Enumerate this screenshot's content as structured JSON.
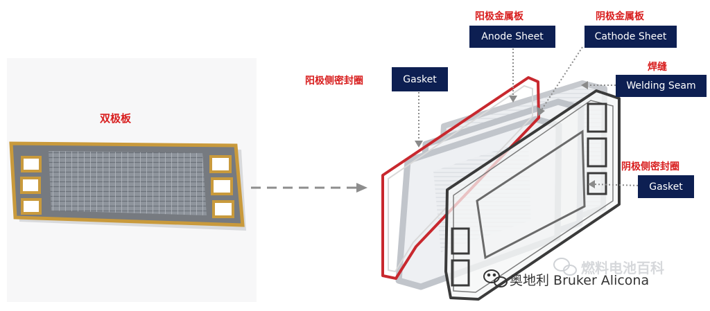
{
  "left_panel": {
    "label_cn": "双极板"
  },
  "callouts": {
    "anode_sheet": {
      "label_cn": "阳极金属板",
      "label_en": "Anode Sheet"
    },
    "cathode_sheet": {
      "label_cn": "阴极金属板",
      "label_en": "Cathode Sheet"
    },
    "anode_gasket": {
      "label_cn": "阳极侧密封圈",
      "label_en": "Gasket"
    },
    "welding_seam": {
      "label_cn": "焊缝",
      "label_en": "Welding Seam"
    },
    "cathode_gasket": {
      "label_cn": "阴极侧密封圈",
      "label_en": "Gasket"
    }
  },
  "watermarks": {
    "faded": "燃料电池百科",
    "main": "奥地利 Bruker Alicona"
  },
  "colors": {
    "callout_bg": "#0d1f52",
    "callout_cn_text": "#d81e1e",
    "gold_frame": "#c99a3c",
    "anode_gasket_red": "#c8282e",
    "cathode_gasket_dark": "#3a3a3a"
  }
}
